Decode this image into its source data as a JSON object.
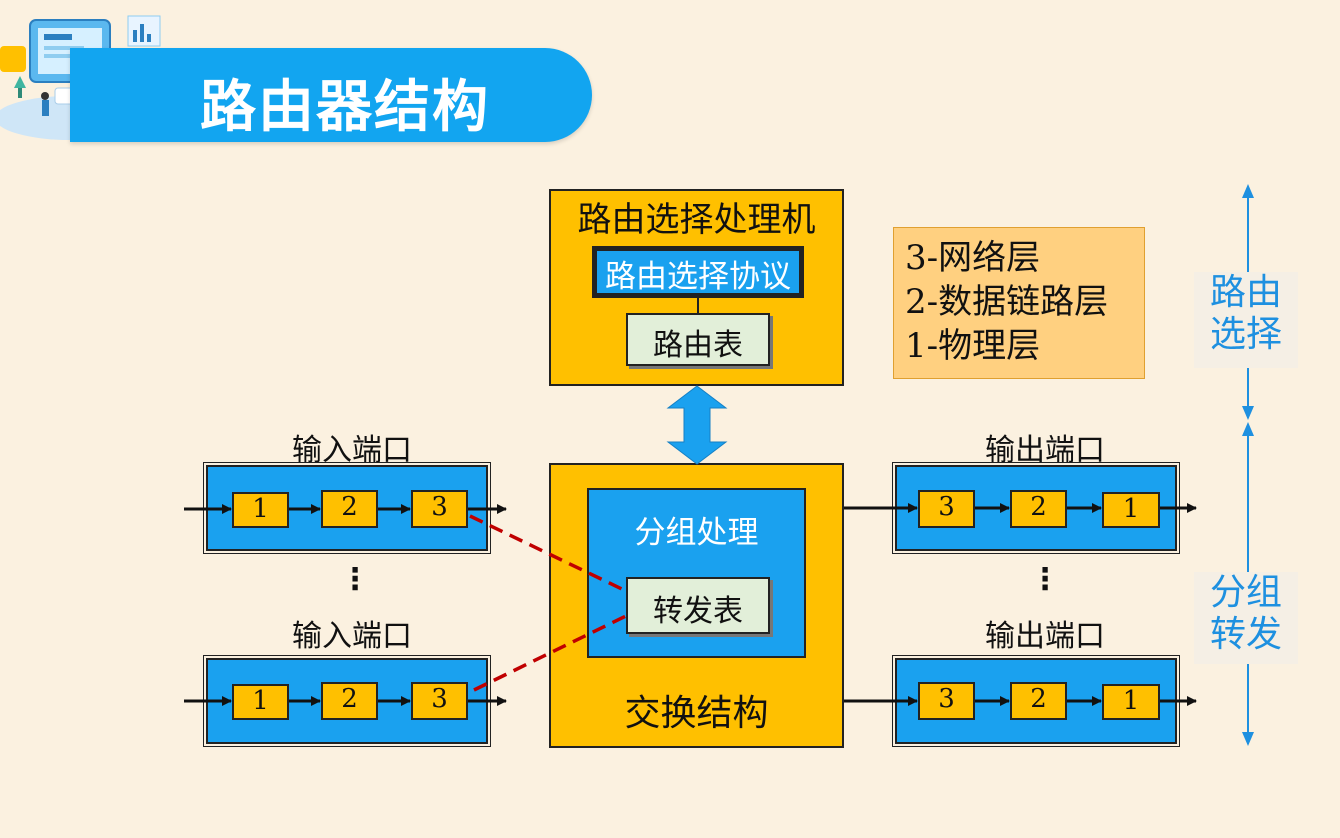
{
  "title": "路由器结构",
  "routing_processor": {
    "title": "路由选择处理机",
    "protocol": "路由选择协议",
    "table": "路由表"
  },
  "switch_fabric": {
    "label": "交换结构",
    "packet_processing": "分组处理",
    "forwarding_table": "转发表"
  },
  "input_ports": [
    {
      "label": "输入端口",
      "cells": [
        "1",
        "2",
        "3"
      ]
    },
    {
      "label": "输入端口",
      "cells": [
        "1",
        "2",
        "3"
      ]
    }
  ],
  "output_ports": [
    {
      "label": "输出端口",
      "cells": [
        "3",
        "2",
        "1"
      ]
    },
    {
      "label": "输出端口",
      "cells": [
        "3",
        "2",
        "1"
      ]
    }
  ],
  "ellipsis": "⋮",
  "legend": [
    "3-网络层",
    "2-数据链路层",
    "1-物理层"
  ],
  "side_labels": {
    "routing": "路由\n选择",
    "forwarding": "分组\n转发"
  },
  "colors": {
    "banner": "#12a5f0",
    "yellow": "#ffc000",
    "blue": "#1aa1ef",
    "pale": "#e2efd9",
    "dashed": "#c00000",
    "side_text": "#1e90e0"
  }
}
